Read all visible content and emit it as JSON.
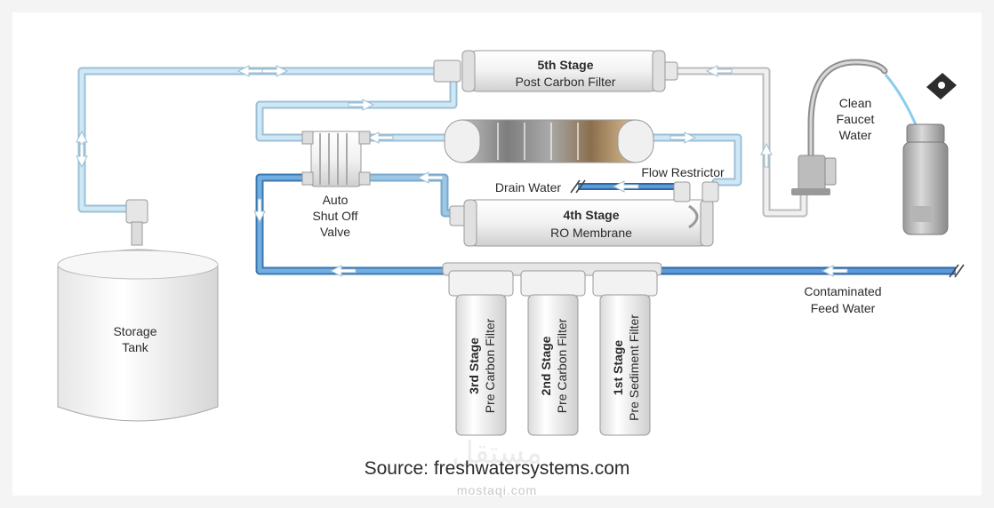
{
  "labels": {
    "stage5_title": "5th Stage",
    "stage5_sub": "Post Carbon Filter",
    "stage4_title": "4th Stage",
    "stage4_sub": "RO Membrane",
    "stage3_title": "3rd Stage",
    "stage3_sub": "Pre Carbon Filter",
    "stage2_title": "2nd Stage",
    "stage2_sub": "Pre Carbon Filter",
    "stage1_title": "1st Stage",
    "stage1_sub": "Pre Sediment Filter",
    "faucet_l1": "Clean",
    "faucet_l2": "Faucet",
    "faucet_l3": "Water",
    "flow_restrictor": "Flow Restrictor",
    "drain_water": "Drain Water",
    "valve_l1": "Auto",
    "valve_l2": "Shut Off",
    "valve_l3": "Valve",
    "tank_l1": "Storage",
    "tank_l2": "Tank",
    "feed_l1": "Contaminated",
    "feed_l2": "Feed Water"
  },
  "caption": "Source: freshwatersystems.com",
  "watermark": "mostaqi.com",
  "watermark_ar": "مستقل",
  "colors": {
    "clean_pipe": "#bfe0f2",
    "feed_pipe": "#3f87c8",
    "drain_pipe": "#2d6fb5",
    "filter_body": "#f1f1f1",
    "outline": "#9a9a9a"
  }
}
